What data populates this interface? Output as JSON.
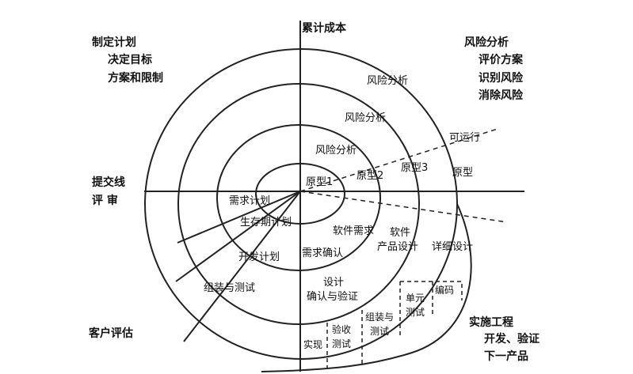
{
  "axis": {
    "vertical_label": "累计成本"
  },
  "corners": {
    "top_left": [
      "制定计划",
      "决定目标",
      "方案和限制"
    ],
    "top_right": [
      "风险分析",
      "评价方案",
      "识别风险",
      "消除风险"
    ],
    "left_mid": [
      "提交线",
      "评 审"
    ],
    "bottom_left": [
      "客户评估"
    ],
    "bottom_right": [
      "实施工程",
      "开发、验证",
      "下一产品"
    ]
  },
  "risk_labels": [
    "风险分析",
    "风险分析",
    "风险分析"
  ],
  "prototypes": [
    "原型1",
    "原型2",
    "原型3",
    "可运行",
    "原型"
  ],
  "lower_left_labels": [
    "需求计划",
    "生存期计划",
    "开发计划",
    "组装与测试"
  ],
  "lower_right_labels": {
    "software_req": "软件需求",
    "req_confirm": "需求确认",
    "product_design_1": "软件",
    "product_design_2": "产品设计",
    "detail_design": "详细设计",
    "design_verify_1": "设计",
    "design_verify_2": "确认与验证",
    "coding": "编码",
    "unit_test_1": "单元",
    "unit_test_2": "测试",
    "assembly_test_1": "组装与",
    "assembly_test_2": "测试",
    "acceptance_1": "验收",
    "acceptance_2": "测试",
    "implement": "实现"
  }
}
